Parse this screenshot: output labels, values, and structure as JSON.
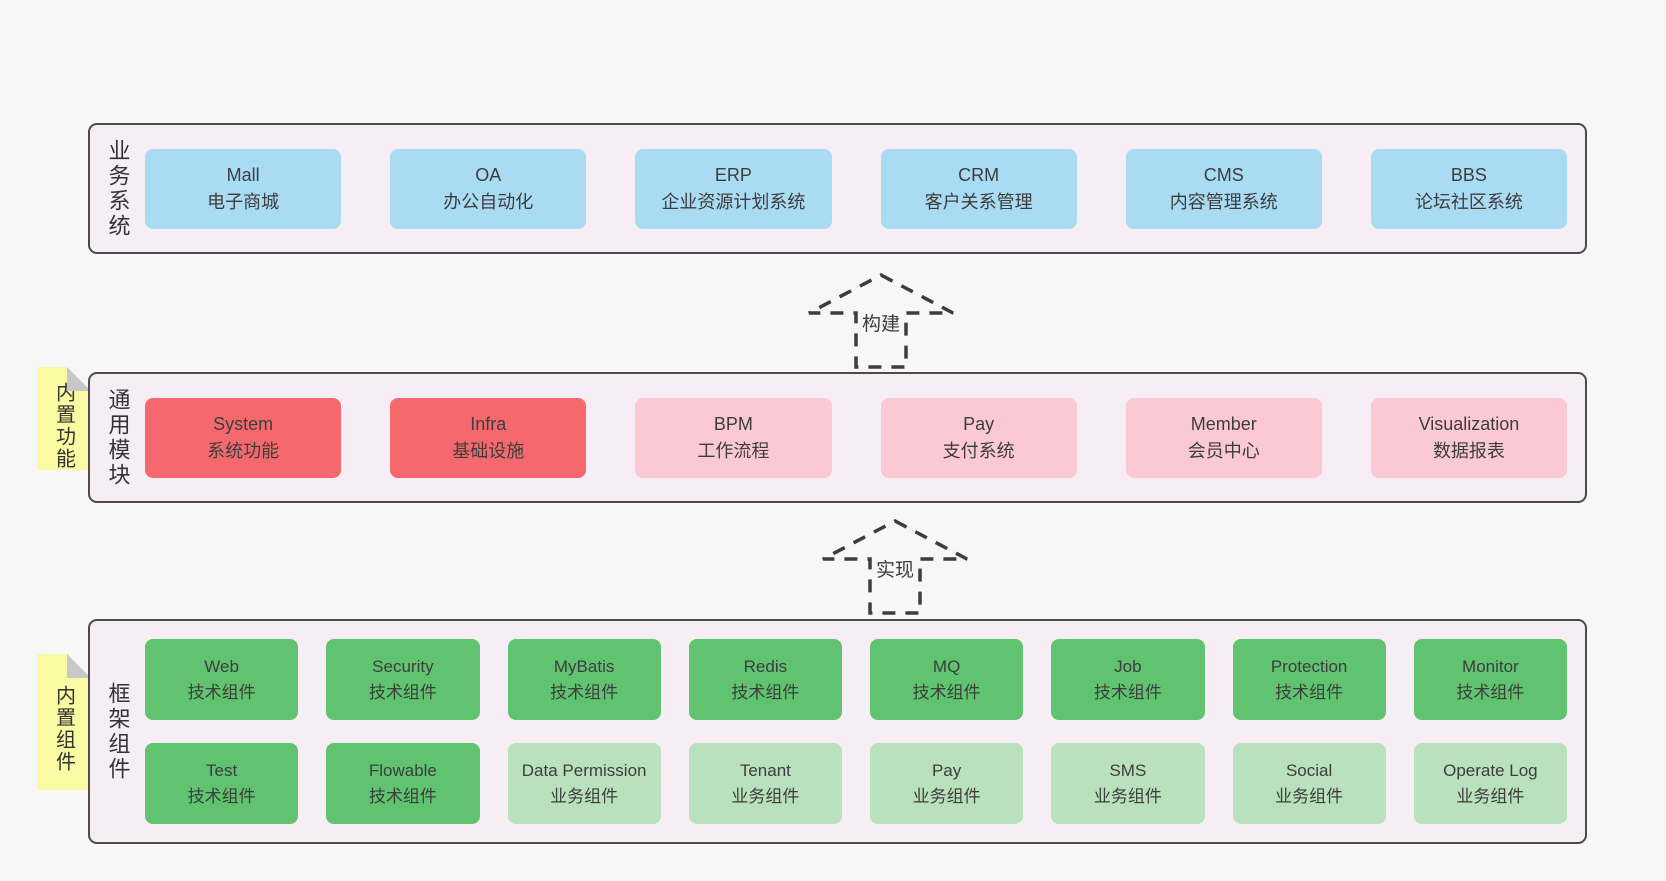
{
  "colors": {
    "page_background": "#f7f7f8",
    "section_background": "#f7edf5",
    "section_border": "#4b4b4b",
    "business_box": "#a9dbf3",
    "core_module_box": "#f5696e",
    "optional_module_box": "#fbc9d3",
    "tech_component_box": "#5fc36f",
    "biz_component_box": "#b8e1bc",
    "sticky_note": "#fafaa2",
    "text": "#3d3d3d"
  },
  "arrows": [
    {
      "label": "构建"
    },
    {
      "label": "实现"
    }
  ],
  "sections": {
    "business": {
      "vertical_label": "业务系统",
      "items": [
        {
          "name": "Mall",
          "desc": "电子商城",
          "type": "business"
        },
        {
          "name": "OA",
          "desc": "办公自动化",
          "type": "business"
        },
        {
          "name": "ERP",
          "desc": "企业资源计划系统",
          "type": "business"
        },
        {
          "name": "CRM",
          "desc": "客户关系管理",
          "type": "business"
        },
        {
          "name": "CMS",
          "desc": "内容管理系统",
          "type": "business"
        },
        {
          "name": "BBS",
          "desc": "论坛社区系统",
          "type": "business"
        }
      ]
    },
    "modules": {
      "vertical_label": "通用模块",
      "sticky_label": "内置功能",
      "items": [
        {
          "name": "System",
          "desc": "系统功能",
          "type": "core"
        },
        {
          "name": "Infra",
          "desc": "基础设施",
          "type": "core"
        },
        {
          "name": "BPM",
          "desc": "工作流程",
          "type": "optional"
        },
        {
          "name": "Pay",
          "desc": "支付系统",
          "type": "optional"
        },
        {
          "name": "Member",
          "desc": "会员中心",
          "type": "optional"
        },
        {
          "name": "Visualization",
          "desc": "数据报表",
          "type": "optional"
        }
      ]
    },
    "components": {
      "vertical_label": "框架组件",
      "sticky_label": "内置组件",
      "rows": [
        [
          {
            "name": "Web",
            "desc": "技术组件",
            "type": "tech"
          },
          {
            "name": "Security",
            "desc": "技术组件",
            "type": "tech"
          },
          {
            "name": "MyBatis",
            "desc": "技术组件",
            "type": "tech"
          },
          {
            "name": "Redis",
            "desc": "技术组件",
            "type": "tech"
          },
          {
            "name": "MQ",
            "desc": "技术组件",
            "type": "tech"
          },
          {
            "name": "Job",
            "desc": "技术组件",
            "type": "tech"
          },
          {
            "name": "Protection",
            "desc": "技术组件",
            "type": "tech"
          },
          {
            "name": "Monitor",
            "desc": "技术组件",
            "type": "tech"
          }
        ],
        [
          {
            "name": "Test",
            "desc": "技术组件",
            "type": "tech"
          },
          {
            "name": "Flowable",
            "desc": "技术组件",
            "type": "tech"
          },
          {
            "name": "Data Permission",
            "desc": "业务组件",
            "type": "biz"
          },
          {
            "name": "Tenant",
            "desc": "业务组件",
            "type": "biz"
          },
          {
            "name": "Pay",
            "desc": "业务组件",
            "type": "biz"
          },
          {
            "name": "SMS",
            "desc": "业务组件",
            "type": "biz"
          },
          {
            "name": "Social",
            "desc": "业务组件",
            "type": "biz"
          },
          {
            "name": "Operate Log",
            "desc": "业务组件",
            "type": "biz"
          }
        ]
      ]
    }
  }
}
